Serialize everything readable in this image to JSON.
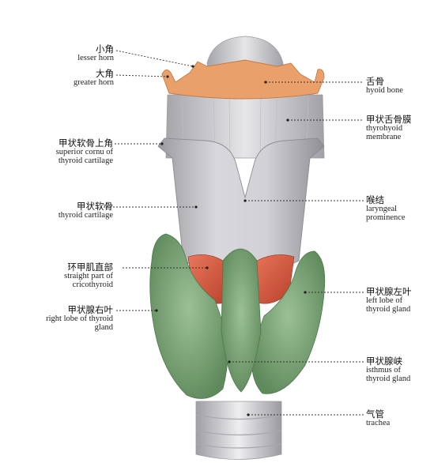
{
  "labels": {
    "lesser_horn": {
      "zh": "小角",
      "en": "lesser horn"
    },
    "greater_horn": {
      "zh": "大角",
      "en": "greater horn"
    },
    "hyoid_bone": {
      "zh": "舌骨",
      "en": "hyoid bone"
    },
    "thyrohyoid_membrane": {
      "zh": "甲状舌骨膜",
      "en1": "thyrohyoid",
      "en2": "membrane"
    },
    "superior_cornu": {
      "zh": "甲状软骨上角",
      "en1": "superior cornu of",
      "en2": "thyroid cartilage"
    },
    "thyroid_cartilage": {
      "zh": "甲状软骨",
      "en": "thyroid cartilage"
    },
    "laryngeal_prominence": {
      "zh": "喉结",
      "en1": "laryngeal",
      "en2": "prominence"
    },
    "cricothyroid": {
      "zh": "环甲肌直部",
      "en1": "straight part of",
      "en2": "cricothyroid"
    },
    "left_lobe": {
      "zh": "甲状腺左叶",
      "en1": "left lobe of",
      "en2": "thyroid gland"
    },
    "right_lobe": {
      "zh": "甲状腺右叶",
      "en1": "right lobe of thyroid",
      "en2": "gland"
    },
    "isthmus": {
      "zh": "甲状腺峡",
      "en1": "isthmus of",
      "en2": "thyroid gland"
    },
    "trachea": {
      "zh": "气管",
      "en": "trachea"
    }
  },
  "colors": {
    "hyoid": "#e9a06a",
    "cartilage": "#c9c9cc",
    "membrane": "#d9d9dc",
    "muscle": "#d9533a",
    "thyroid": "#7fa87a",
    "trachea": "#dcdcdf"
  }
}
